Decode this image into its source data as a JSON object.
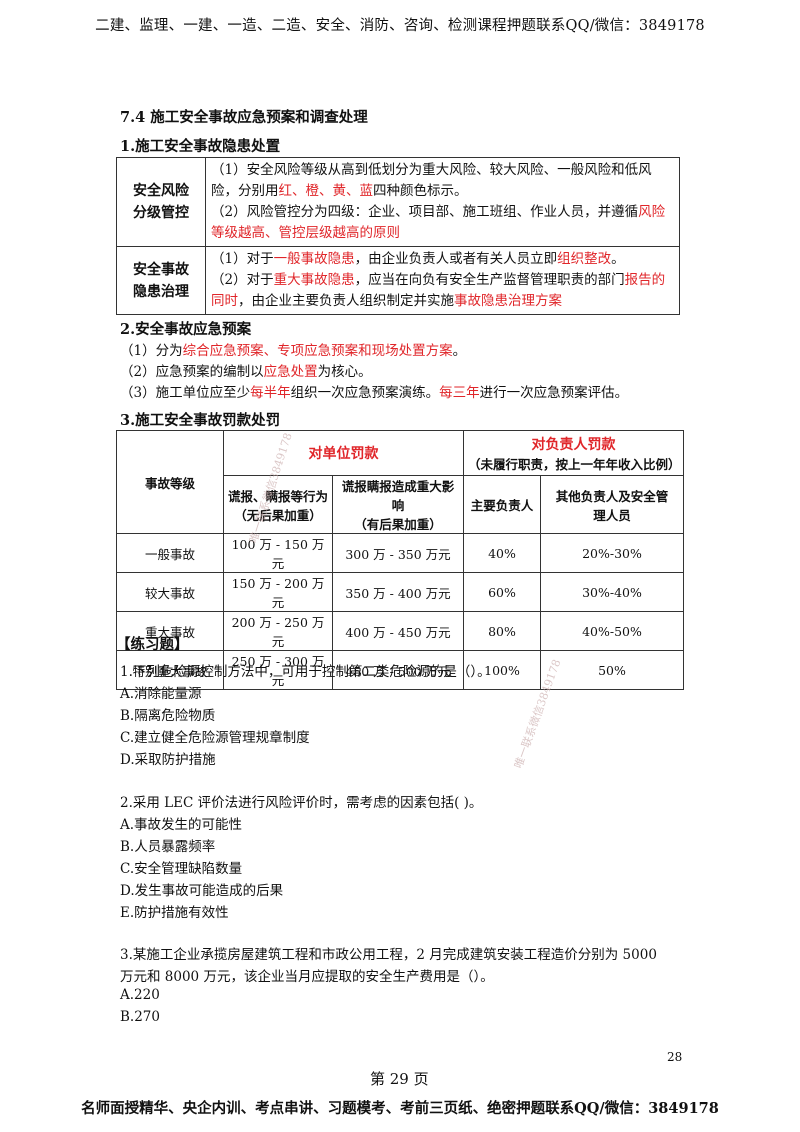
{
  "header": "二建、监理、一建、一造、二造、安全、消防、咨询、检测课程押题联系QQ/微信：3849178",
  "section_title": "7.4 施工安全事故应急预案和调查处理",
  "sub1": "1.施工安全事故隐患处置",
  "table1": {
    "row1_key_line1": "安全风险",
    "row1_key_line2": "分级管控",
    "row1_p1_a": "（1）安全风险等级从高到低划分为重大风险、较大风险、一般风险和低风险，分别用",
    "row1_p1_red": "红、橙、黄、蓝",
    "row1_p1_b": "四种颜色标示。",
    "row1_p2_a": "（2）风险管控分为四级：企业、项目部、施工班组、作业人员，并遵循",
    "row1_p2_red": "风险等级越高、管控层级越高的原则",
    "row2_key_line1": "安全事故",
    "row2_key_line2": "隐患治理",
    "row2_p1_a": "（1）对于",
    "row2_p1_red1": "一般事故隐患",
    "row2_p1_b": "，由企业负责人或者有关人员立即",
    "row2_p1_red2": "组织整改",
    "row2_p1_c": "。",
    "row2_p2_a": "（2）对于",
    "row2_p2_red1": "重大事故隐患",
    "row2_p2_b": "，应当在向负有安全生产监督管理职责的部门",
    "row2_p2_red2": "报告的同时",
    "row2_p2_c": "，由企业主要负责人组织制定并实施",
    "row2_p2_red3": "事故隐患治理方案"
  },
  "sub2": "2.安全事故应急预案",
  "plan": {
    "l1_a": "（1）分为",
    "l1_red": "综合应急预案、专项应急预案和现场处置方案",
    "l1_b": "。",
    "l2_a": "（2）应急预案的编制以",
    "l2_red": "应急处置",
    "l2_b": "为核心。",
    "l3_a": "（3）施工单位应至少",
    "l3_red1": "每半年",
    "l3_b": "组织一次应急预案演练。",
    "l3_red2": "每三年",
    "l3_c": "进行一次应急预案评估。"
  },
  "sub3": "3.施工安全事故罚款处罚",
  "table2": {
    "h_level": "事故等级",
    "h_unit": "对单位罚款",
    "h_person_line1": "对负责人罚款",
    "h_person_line2": "（未履行职责，按上一年年收入比例）",
    "h_c1_line1": "谎报、瞒报等行为",
    "h_c1_line2": "（无后果加重）",
    "h_c2_line1": "谎报瞒报造成重大影响",
    "h_c2_line2": "（有后果加重）",
    "h_c3": "主要负责人",
    "h_c4_line1": "其他负责人及安全管",
    "h_c4_line2": "理人员",
    "rows": [
      {
        "level": "一般事故",
        "c1": "100 万 - 150 万元",
        "c2": "300 万 - 350 万元",
        "c3": "40%",
        "c4": "20%-30%"
      },
      {
        "level": "较大事故",
        "c1": "150 万 - 200 万元",
        "c2": "350 万 - 400 万元",
        "c3": "60%",
        "c4": "30%-40%"
      },
      {
        "level": "重大事故",
        "c1": "200 万 - 250 万元",
        "c2": "400 万 - 450 万元",
        "c3": "80%",
        "c4": "40%-50%"
      },
      {
        "level": "特别重大事故",
        "c1": "250 万 - 300 万元",
        "c2": "450 万 - 500 万元",
        "c3": "100%",
        "c4": "50%"
      }
    ]
  },
  "practice_title": "【练习题】",
  "q1": {
    "stem": "1.下列危险源控制方法中，可用于控制第二类危险源的是（）。",
    "a": "A.消除能量源",
    "b": "B.隔离危险物质",
    "c": "C.建立健全危险源管理规章制度",
    "d": "D.采取防护措施"
  },
  "q2": {
    "stem": "2.采用 LEC 评价法进行风险评价时，需考虑的因素包括( )。",
    "a": "A.事故发生的可能性",
    "b": "B.人员暴露频率",
    "c": "C.安全管理缺陷数量",
    "d": "D.发生事故可能造成的后果",
    "e": "E.防护措施有效性"
  },
  "q3": {
    "stem_line1": "3.某施工企业承揽房屋建筑工程和市政公用工程，2 月完成建筑安装工程造价分别为 5000",
    "stem_line2": "万元和 8000 万元，该企业当月应提取的安全生产费用是（）。",
    "a": "A.220",
    "b": "B.270"
  },
  "page_number_small": "28",
  "page_label": "第 29 页",
  "footer": "名师面授精华、央企内训、考点串讲、习题模考、考前三页纸、绝密押题联系QQ/微信：3849178",
  "watermark": "唯一联系微信3849178"
}
